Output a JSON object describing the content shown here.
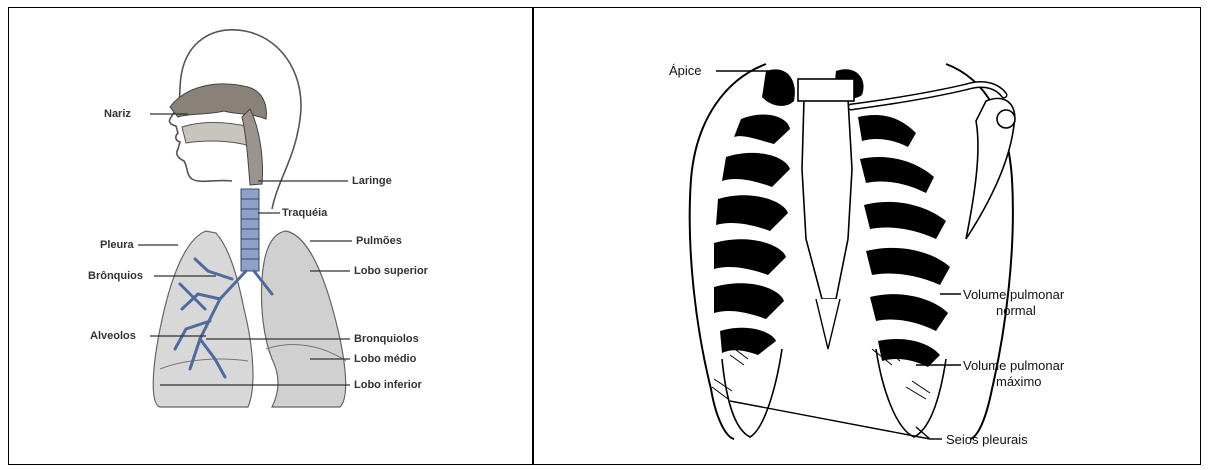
{
  "respiratory_diagram": {
    "labels": {
      "nariz": "Nariz",
      "laringe": "Laringe",
      "traqueia": "Traquéia",
      "pleura": "Pleura",
      "pulmoes": "Pulmões",
      "bronquios": "Brônquios",
      "lobo_superior": "Lobo superior",
      "alveolos": "Alveolos",
      "bronquiolos": "Bronquiolos",
      "lobo_medio": "Lobo médio",
      "lobo_inferior": "Lobo inferior"
    }
  },
  "ribcage_diagram": {
    "labels": {
      "apice": "Ápice",
      "volume_normal_line1": "Volume pulmonar",
      "volume_normal_line2": "normal",
      "volume_maximo_line1": "Volume pulmonar",
      "volume_maximo_line2": "máximo",
      "seios_pleurais": "Seios pleurais"
    }
  }
}
